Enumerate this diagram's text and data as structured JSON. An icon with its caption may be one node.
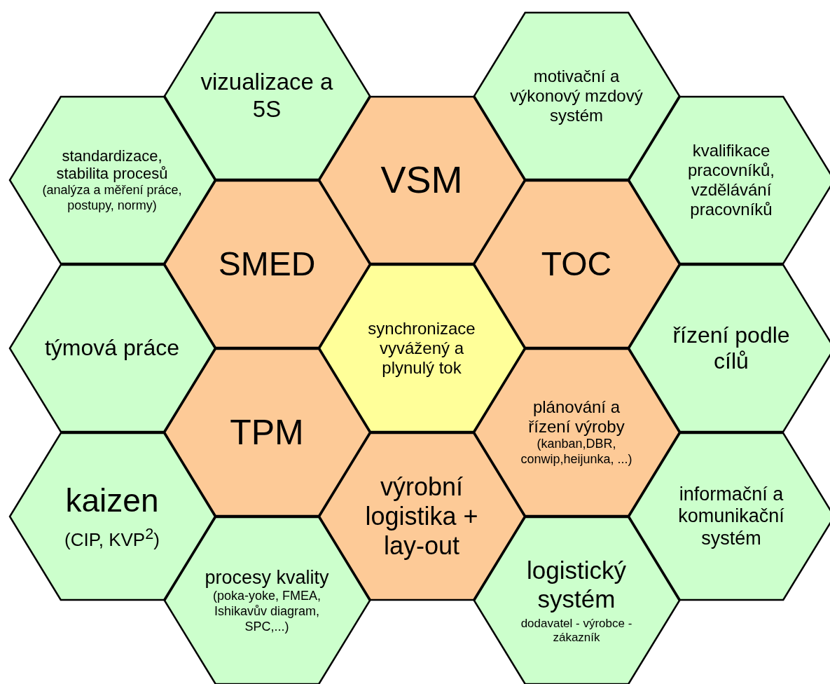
{
  "diagram": {
    "nodes": [
      {
        "text": [
          "vizualizace a 5S"
        ]
      },
      {
        "text": [
          "motivační a výkonový mzdový systém"
        ]
      },
      {
        "text": [
          "standardizace, stabilita procesů",
          "(analýza a měření práce, postupy, normy)"
        ]
      },
      {
        "text": [
          "VSM"
        ]
      },
      {
        "text": [
          "kvalifikace pracovníků, vzdělávání pracovníků"
        ]
      },
      {
        "text": [
          "SMED"
        ]
      },
      {
        "text": [
          "TOC"
        ]
      },
      {
        "text": [
          "týmová práce"
        ]
      },
      {
        "text": [
          "synchronizace vyvážený a plynulý tok"
        ]
      },
      {
        "text": [
          "řízení podle cílů"
        ]
      },
      {
        "text": [
          "TPM"
        ]
      },
      {
        "text": [
          "plánování a řízení výroby",
          "(kanban,DBR, conwip,heijunka, ...)"
        ]
      },
      {
        "text": [
          "kaizen",
          "(CIP, KVP$^{2}$)"
        ]
      },
      {
        "text": [
          "výrobní logistika + lay-out"
        ]
      },
      {
        "text": [
          "informační a komunikační systém"
        ]
      },
      {
        "text": [
          "procesy kvality",
          "(poka-yoke, FMEA, Ishikavův diagram, SPC,...)"
        ]
      },
      {
        "text": [
          "logistický systém",
          "dodavatel - výrobce - zákazník"
        ]
      }
    ]
  }
}
